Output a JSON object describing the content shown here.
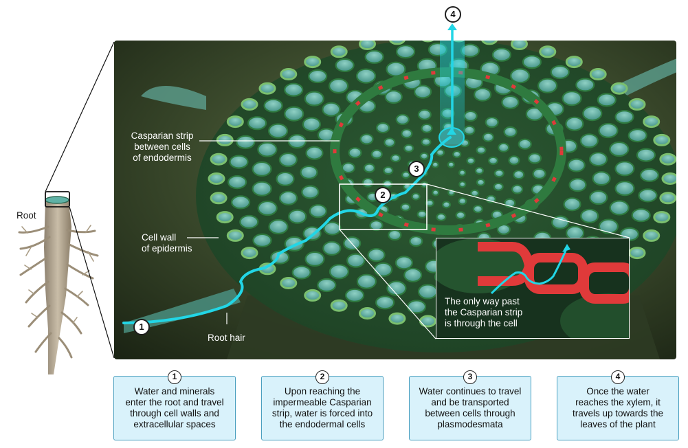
{
  "labels": {
    "root": "Root",
    "casparian": [
      "Casparian strip",
      "between cells",
      "of endodermis"
    ],
    "cell_wall": [
      "Cell wall",
      "of epidermis"
    ],
    "root_hair": "Root hair",
    "callout": [
      "The only way past",
      "the Casparian strip",
      "is through the cell"
    ]
  },
  "markers": [
    "1",
    "2",
    "3",
    "4"
  ],
  "steps": [
    {
      "num": "1",
      "lines": [
        "Water and minerals",
        "enter the root and travel",
        "through cell walls and",
        "extracellular spaces"
      ]
    },
    {
      "num": "2",
      "lines": [
        "Upon reaching the",
        "impermeable Casparian",
        "strip, water is forced into",
        "the endodermal cells"
      ]
    },
    {
      "num": "3",
      "lines": [
        "Water continues to travel",
        "and be transported",
        "between cells through",
        "plasmodesmata"
      ]
    },
    {
      "num": "4",
      "lines": [
        "Once the water",
        "reaches the xylem, it",
        "travels up towards the",
        "leaves of the plant"
      ]
    }
  ],
  "colors": {
    "panel_dark": "#2a3a22",
    "cell_wall": "#3f8a4a",
    "cell_fill": "#5fb2a6",
    "casparian": "#e03a3a",
    "water_arrow": "#22d6e6",
    "box_fill": "#d9f2fb",
    "box_border": "#4a9fbf"
  }
}
